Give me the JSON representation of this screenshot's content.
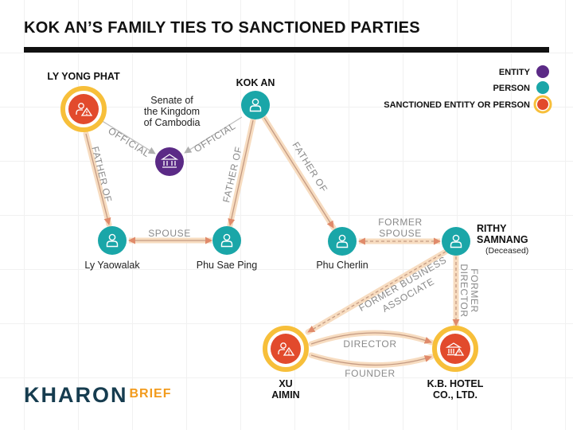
{
  "title": "KOK AN’S FAMILY TIES TO SANCTIONED PARTIES",
  "legend": {
    "entity": "ENTITY",
    "person": "PERSON",
    "sanctioned": "SANCTIONED ENTITY OR PERSON"
  },
  "colors": {
    "entity": "#5b2a86",
    "person": "#1aa6a8",
    "sanctioned": "#e24a2c",
    "halo": "#f7bf3a",
    "edge": "#b8b8b8",
    "edge_glow": "#f7dcc0",
    "edge_label": "#8a8a8a"
  },
  "nodes": {
    "ly_yong_phat": "LY YONG PHAT",
    "senate_line1": "Senate of",
    "senate_line2": "the Kingdom",
    "senate_line3": "of Cambodia",
    "kok_an": "KOK AN",
    "ly_yaowalak": "Ly Yaowalak",
    "phu_sae_ping": "Phu Sae Ping",
    "phu_cherlin": "Phu Cherlin",
    "rithy_line1": "RITHY",
    "rithy_line2": "SAMNANG",
    "rithy_note": "(Deceased)",
    "xu_line1": "XU",
    "xu_line2": "AIMIN",
    "kb_line1": "K.B. HOTEL",
    "kb_line2": "CO., LTD."
  },
  "edges": {
    "official_1": "OFFICIAL",
    "official_2": "OFFICIAL",
    "father_of_1": "FATHER OF",
    "father_of_2": "FATHER OF",
    "father_of_3": "FATHER OF",
    "spouse": "SPOUSE",
    "former_spouse_1": "FORMER",
    "former_spouse_2": "SPOUSE",
    "former_business_1": "FORMER BUSINESS",
    "former_business_2": "ASSOCIATE",
    "former_director_1": "FORMER",
    "former_director_2": "DIRECTOR",
    "director": "DIRECTOR",
    "founder": "FOUNDER"
  },
  "brand": {
    "name": "KHARON",
    "suffix": "BRIEF"
  }
}
